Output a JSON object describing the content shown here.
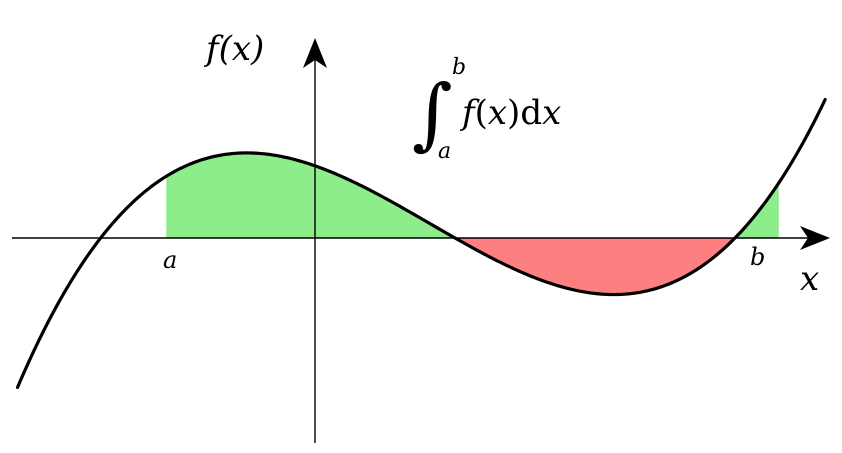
{
  "labels": {
    "y_axis": "f(x)",
    "x_axis": "x",
    "lower_bound": "a",
    "upper_bound": "b"
  },
  "integral": {
    "symbol": "∫",
    "upper": "b",
    "lower": "a",
    "integrand_f": "f",
    "integrand_open": "(",
    "integrand_var": "x",
    "integrand_close": ")",
    "differential_d": "d",
    "differential_var": "x"
  },
  "colors": {
    "positive_area": "#8ced8a",
    "negative_area": "#fd7f7f",
    "curve": "#000000",
    "axes": "#000000"
  },
  "function": {
    "form": "cubic",
    "a_value": -1.7,
    "b_value": 5.3,
    "roots": [
      -2.45,
      1.6,
      4.8
    ],
    "local_max": {
      "x": -0.72,
      "y": 1.0
    },
    "local_min": {
      "x": 3.4,
      "y": -0.66
    }
  }
}
